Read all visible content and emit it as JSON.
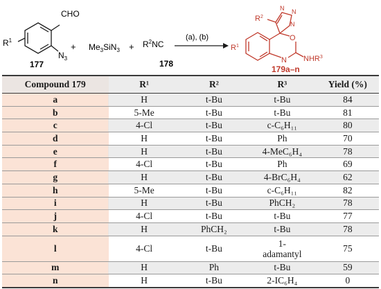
{
  "scheme": {
    "r1_a": "R",
    "r1_a_sup": "1",
    "cho": "CHO",
    "n3": "N",
    "n3_sub": "3",
    "label_177": "177",
    "plus1": "+",
    "tms": "Me",
    "tms_sub": "3",
    "tms_tail": "SiN",
    "tms_sub2": "3",
    "plus2": "+",
    "r2nc_r": "R",
    "r2nc_sup": "2",
    "r2nc_tail": "NC",
    "label_178": "178",
    "conditions": "(a), (b)",
    "prod_r2": "R",
    "prod_r2_sup": "2",
    "prod_r1": "R",
    "prod_r1_sup": "1",
    "prod_o": "O",
    "prod_n": "N",
    "prod_nhr3": "NHR",
    "prod_nhr3_sup": "3",
    "ring_n1": "N",
    "ring_n2": "N",
    "ring_n3": "N",
    "prod_label": "179a–n",
    "colors": {
      "product": "#c0392b",
      "ink": "#1a1a1a"
    }
  },
  "table": {
    "headers": [
      "Compound 179",
      "R¹",
      "R²",
      "R³",
      "Yield (%)"
    ],
    "rows": [
      [
        "a",
        "H",
        "t-Bu",
        "t-Bu",
        "84"
      ],
      [
        "b",
        "5-Me",
        "t-Bu",
        "t-Bu",
        "81"
      ],
      [
        "c",
        "4-Cl",
        "t-Bu",
        "c-C₆H₁₁",
        "80"
      ],
      [
        "d",
        "H",
        "t-Bu",
        "Ph",
        "70"
      ],
      [
        "e",
        "H",
        "t-Bu",
        "4-MeC₆H₄",
        "78"
      ],
      [
        "f",
        "4-Cl",
        "t-Bu",
        "Ph",
        "69"
      ],
      [
        "g",
        "H",
        "t-Bu",
        "4-BrC₆H₄",
        "62"
      ],
      [
        "h",
        "5-Me",
        "t-Bu",
        "c-C₆H₁₁",
        "82"
      ],
      [
        "i",
        "H",
        "t-Bu",
        "PhCH₂",
        "78"
      ],
      [
        "j",
        "4-Cl",
        "t-Bu",
        "t-Bu",
        "77"
      ],
      [
        "k",
        "H",
        "PhCH₂",
        "t-Bu",
        "78"
      ],
      [
        "l",
        "4-Cl",
        "t-Bu",
        "1-\nadamantyl",
        "75"
      ],
      [
        "m",
        "H",
        "Ph",
        "t-Bu",
        "59"
      ],
      [
        "n",
        "H",
        "t-Bu",
        "2-IC₆H₄",
        "0"
      ]
    ]
  }
}
